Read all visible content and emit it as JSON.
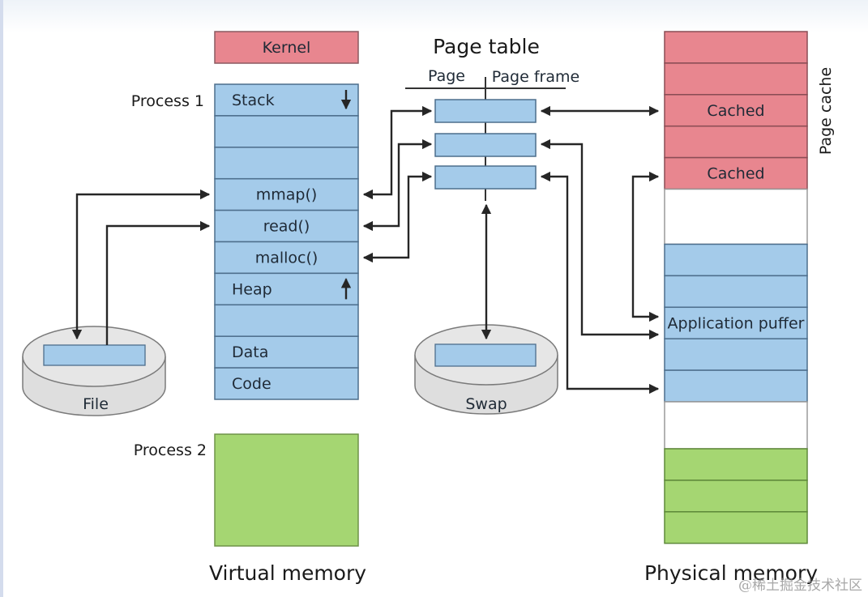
{
  "title": "Virtual memory, page table and physical memory",
  "colors": {
    "kernel": "#e8868f",
    "process1": "#a4cbea",
    "process2": "#a5d672",
    "cache": "#e8868f",
    "free": "#ffffff",
    "app_buffer": "#a4cbea",
    "disk": "#e2e2e2",
    "line": "#262626"
  },
  "virtual_memory": {
    "caption": "Virtual memory",
    "kernel_label": "Kernel",
    "process1": {
      "label": "Process 1",
      "segments": [
        {
          "text": "Stack",
          "align": "left",
          "arrow": "down"
        },
        {
          "text": "",
          "align": "center"
        },
        {
          "text": "",
          "align": "center"
        },
        {
          "text": "mmap()",
          "align": "center"
        },
        {
          "text": "read()",
          "align": "center"
        },
        {
          "text": "malloc()",
          "align": "center"
        },
        {
          "text": "Heap",
          "align": "left",
          "arrow": "up"
        },
        {
          "text": "",
          "align": "center"
        },
        {
          "text": "Data",
          "align": "left"
        },
        {
          "text": "Code",
          "align": "left"
        }
      ]
    },
    "process2": {
      "label": "Process 2"
    }
  },
  "page_table": {
    "title": "Page table",
    "col_page": "Page",
    "col_frame": "Page frame",
    "entries": 3
  },
  "disks": {
    "file_label": "File",
    "swap_label": "Swap"
  },
  "physical_memory": {
    "caption": "Physical memory",
    "page_cache_label": "Page cache",
    "frames": [
      {
        "type": "cache",
        "text": ""
      },
      {
        "type": "cache",
        "text": ""
      },
      {
        "type": "cache",
        "text": "Cached"
      },
      {
        "type": "cache",
        "text": ""
      },
      {
        "type": "cache",
        "text": "Cached"
      },
      {
        "type": "free",
        "text": ""
      },
      {
        "type": "app_buffer",
        "text": ""
      },
      {
        "type": "app_buffer",
        "text": ""
      },
      {
        "type": "app_buffer",
        "text": "Application puffer"
      },
      {
        "type": "app_buffer",
        "text": ""
      },
      {
        "type": "app_buffer",
        "text": ""
      },
      {
        "type": "free",
        "text": ""
      },
      {
        "type": "process2",
        "text": ""
      },
      {
        "type": "process2",
        "text": ""
      },
      {
        "type": "process2",
        "text": ""
      }
    ]
  },
  "watermark": "@稀土掘金技术社区"
}
